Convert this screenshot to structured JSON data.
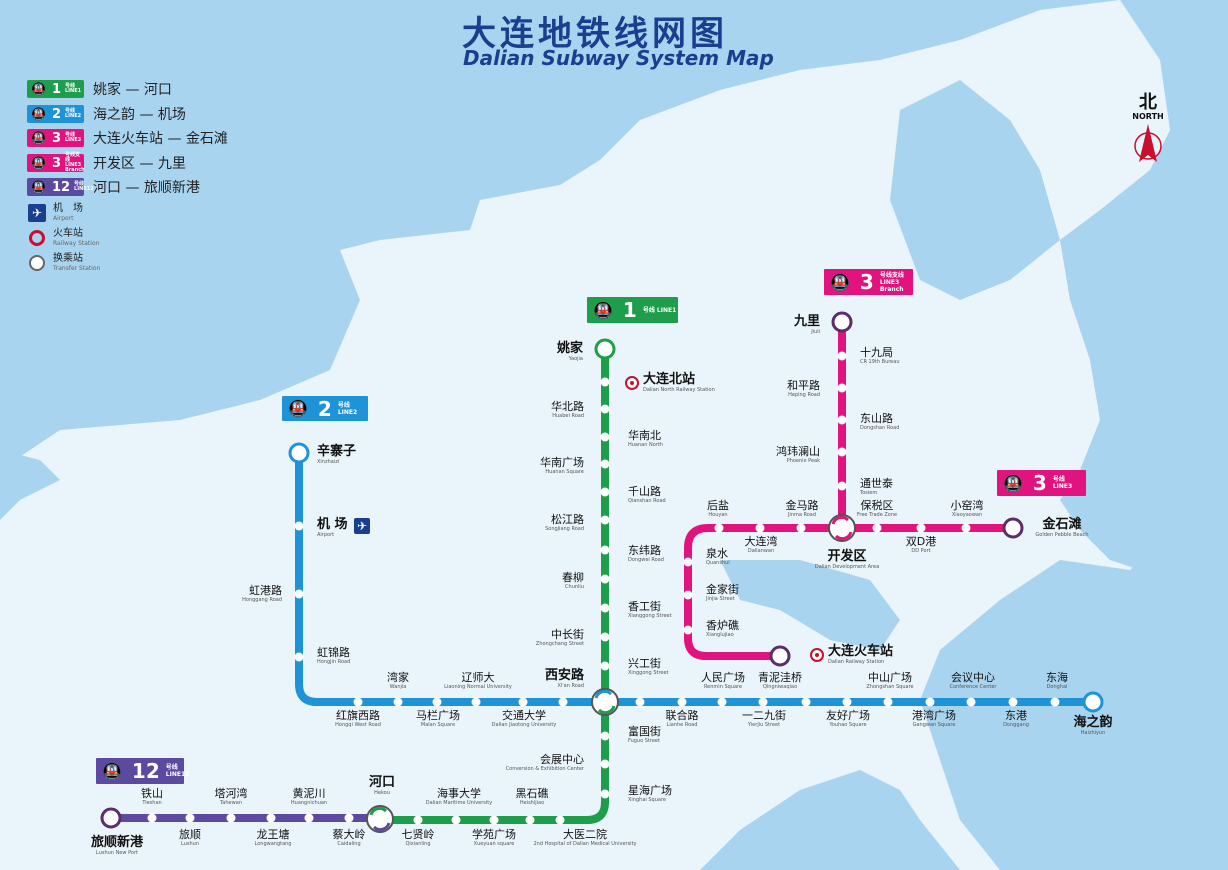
{
  "title": {
    "cn": "大连地铁线网图",
    "en": "Dalian Subway System Map"
  },
  "north": {
    "cn": "北",
    "en": "NORTH"
  },
  "legend": {
    "lines": [
      {
        "badge": "1",
        "small": "号线 LINE1",
        "color": "#1e9e4a",
        "text": "姚家 — 河口"
      },
      {
        "badge": "2",
        "small": "号线 LINE2",
        "color": "#1f93d8",
        "text": "海之韵 — 机场"
      },
      {
        "badge": "3",
        "small": "号线 LINE3",
        "color": "#e0137f",
        "text": "大连火车站 — 金石滩"
      },
      {
        "badge": "3",
        "small": "号线支线 LINE3 Branch",
        "color": "#e0137f",
        "text": "开发区 — 九里"
      },
      {
        "badge": "12",
        "small": "号线 LINE12",
        "color": "#5b4aa0",
        "text": "河口 — 旅顺新港"
      }
    ],
    "symbols": [
      {
        "icon": "airplane-icon",
        "cn": "机　场",
        "en": "Airport"
      },
      {
        "icon": "railway-station-icon",
        "cn": "火车站",
        "en": "Railway Station"
      },
      {
        "icon": "transfer-station-icon",
        "cn": "换乘站",
        "en": "Transfer Station"
      }
    ]
  },
  "map_badges": {
    "line1": {
      "num": "1",
      "small": "号线 LINE1"
    },
    "line2": {
      "num": "2",
      "small": "号线 LINE2"
    },
    "line3_branch": {
      "num": "3",
      "small": "号线支线 LINE3 Branch"
    },
    "line3": {
      "num": "3",
      "small": "号线 LINE3"
    },
    "line12": {
      "num": "12",
      "small": "号线 LINE12"
    }
  },
  "colors": {
    "line1": "#1e9e4a",
    "line2": "#1f93d8",
    "line3": "#e0137f",
    "line12": "#5b4aa0",
    "water": "#a9d4ef",
    "land": "#eaf4fb"
  },
  "stations": {
    "yaojia": {
      "cn": "姚家",
      "en": "Yaojia"
    },
    "huabeilu": {
      "cn": "华北路",
      "en": "Huabei Road"
    },
    "huanan_bei": {
      "cn": "华南北",
      "en": "Huanan North"
    },
    "huanan_gc": {
      "cn": "华南广场",
      "en": "Huanan Square"
    },
    "qianshanlu": {
      "cn": "千山路",
      "en": "Qianshan Road"
    },
    "songjianglu": {
      "cn": "松江路",
      "en": "Songjiang Road"
    },
    "dongweilu": {
      "cn": "东纬路",
      "en": "Dongwei Road"
    },
    "chunliu": {
      "cn": "春柳",
      "en": "Chunliu"
    },
    "xianggongjie": {
      "cn": "香工街",
      "en": "Xianggong Street"
    },
    "zhongchangjie": {
      "cn": "中长街",
      "en": "Zhongchang Street"
    },
    "xinggongjie": {
      "cn": "兴工街",
      "en": "Xinggong Street"
    },
    "xianlu": {
      "cn": "西安路",
      "en": "Xi'an Road"
    },
    "fuguojie": {
      "cn": "富国街",
      "en": "Fuguo Street"
    },
    "huizhan": {
      "cn": "会展中心",
      "en": "Conversion & Exhibition Center"
    },
    "xinghai": {
      "cn": "星海广场",
      "en": "Xinghai Square"
    },
    "heishijiao": {
      "cn": "黑石礁",
      "en": "Heishijiao"
    },
    "dayi": {
      "cn": "大医二院",
      "en": "2nd Hospital of Dalian Medical University"
    },
    "xueyuan": {
      "cn": "学苑广场",
      "en": "Xueyuan square"
    },
    "haishi": {
      "cn": "海事大学",
      "en": "Dalian Maritime University"
    },
    "qixianling": {
      "cn": "七贤岭",
      "en": "Qixianling"
    },
    "hekou": {
      "cn": "河口",
      "en": "Hekou"
    },
    "xinzhaizi": {
      "cn": "辛寨子",
      "en": "Xinzhaizi"
    },
    "jichang": {
      "cn": "机 场",
      "en": "Airport"
    },
    "honggang": {
      "cn": "虹港路",
      "en": "Honggang Road"
    },
    "hongjin": {
      "cn": "虹锦路",
      "en": "Hongjin Road"
    },
    "hongqi": {
      "cn": "红旗西路",
      "en": "Hongqi West Road"
    },
    "wanjia": {
      "cn": "湾家",
      "en": "Wanjia"
    },
    "malan": {
      "cn": "马栏广场",
      "en": "Malan Square"
    },
    "liaoshi": {
      "cn": "辽师大",
      "en": "Liaoning Normal University"
    },
    "jiaotong": {
      "cn": "交通大学",
      "en": "Dalian Jiaotong University"
    },
    "renmin": {
      "cn": "人民广场",
      "en": "Renmin Square"
    },
    "lianhe": {
      "cn": "联合路",
      "en": "Lianhe Road"
    },
    "qingni": {
      "cn": "青泥洼桥",
      "en": "Qingniwaqiao"
    },
    "yierjiu": {
      "cn": "一二九街",
      "en": "Yierjiu Street"
    },
    "zhongshan": {
      "cn": "中山广场",
      "en": "Zhongshan Square"
    },
    "youhao": {
      "cn": "友好广场",
      "en": "Youhao Square"
    },
    "huiyi": {
      "cn": "会议中心",
      "en": "Conference Center"
    },
    "ganwan": {
      "cn": "港湾广场",
      "en": "Gangwan Square"
    },
    "donghai": {
      "cn": "东海",
      "en": "Donghai"
    },
    "donggang": {
      "cn": "东港",
      "en": "Donggang"
    },
    "haizhiyun": {
      "cn": "海之韵",
      "en": "Haizhiyun"
    },
    "jiuli": {
      "cn": "九里",
      "en": "Jiuli"
    },
    "shijiuju": {
      "cn": "十九局",
      "en": "CR 19th Bureau"
    },
    "hepinglu": {
      "cn": "和平路",
      "en": "Heping Road"
    },
    "dongshanlu": {
      "cn": "东山路",
      "en": "Dongshan Road"
    },
    "hongwei": {
      "cn": "鸿玮澜山",
      "en": "Phoenix Peak"
    },
    "tongshitai": {
      "cn": "通世泰",
      "en": "Tosiem"
    },
    "houyan": {
      "cn": "后盐",
      "en": "Houyan"
    },
    "jinmalu": {
      "cn": "金马路",
      "en": "Jinma Road"
    },
    "baoshuiqu": {
      "cn": "保税区",
      "en": "Free Trade Zone"
    },
    "xiaoyaowan": {
      "cn": "小窑湾",
      "en": "Xiaoyaowan"
    },
    "dalianwan": {
      "cn": "大连湾",
      "en": "Dalianwan"
    },
    "kaifaqu": {
      "cn": "开发区",
      "en": "Dalian Development Area"
    },
    "shuangd": {
      "cn": "双D港",
      "en": "DD Port"
    },
    "jinshitan": {
      "cn": "金石滩",
      "en": "Golden Pebble Beach"
    },
    "quanshui": {
      "cn": "泉水",
      "en": "Quanshui"
    },
    "jinjiajie": {
      "cn": "金家街",
      "en": "Jinjia Street"
    },
    "xianglujiao": {
      "cn": "香炉礁",
      "en": "Xianglujiao"
    },
    "dalian_hcz": {
      "cn": "大连火车站",
      "en": "Dalian Railway Station"
    },
    "dalian_bz": {
      "cn": "大连北站",
      "en": "Dalian North Railway Station"
    },
    "tieshan": {
      "cn": "铁山",
      "en": "Tieshan"
    },
    "tahewan": {
      "cn": "塔河湾",
      "en": "Tahewan"
    },
    "huangnichuan": {
      "cn": "黄泥川",
      "en": "Huangnichuan"
    },
    "lushun": {
      "cn": "旅顺",
      "en": "Lushun"
    },
    "longwangtang": {
      "cn": "龙王塘",
      "en": "Longwangtang"
    },
    "caidaling": {
      "cn": "蔡大岭",
      "en": "Caidaling"
    },
    "lushun_xingang": {
      "cn": "旅顺新港",
      "en": "Lushun New Port"
    }
  }
}
